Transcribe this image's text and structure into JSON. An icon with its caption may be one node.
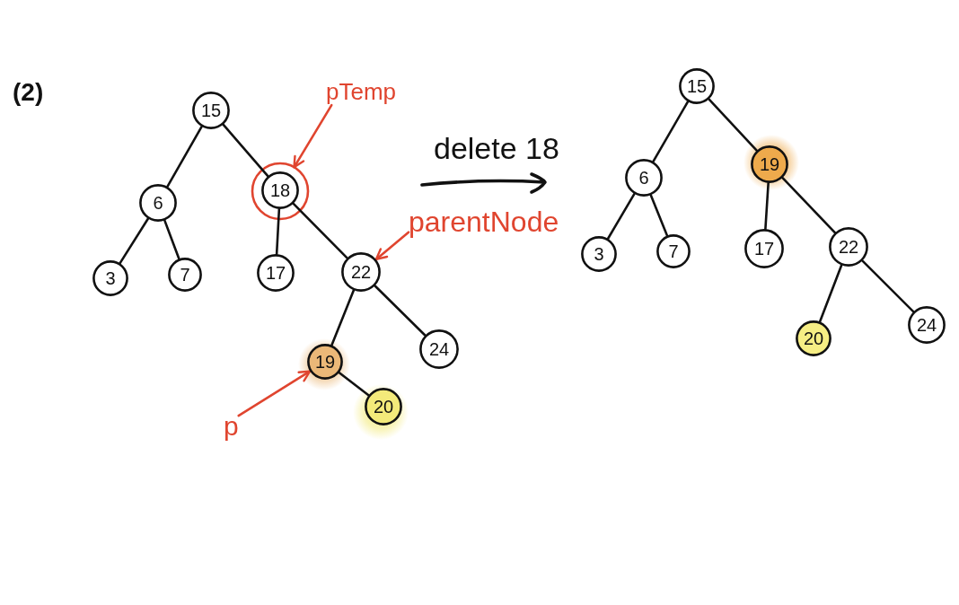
{
  "diagram": {
    "nodes": [
      {
        "text": [
          "15"
        ]
      },
      {
        "text": [
          "6"
        ]
      },
      {
        "text": [
          "18"
        ]
      },
      {
        "text": [
          "3"
        ]
      },
      {
        "text": [
          "7"
        ]
      },
      {
        "text": [
          "17"
        ]
      },
      {
        "text": [
          "22"
        ]
      },
      {
        "text": [
          "19"
        ]
      },
      {
        "text": [
          "24"
        ]
      },
      {
        "text": [
          "20"
        ]
      },
      {
        "text": [
          "pTemp"
        ]
      },
      {
        "text": [
          "parentNode"
        ]
      },
      {
        "text": [
          "p"
        ]
      },
      {
        "text": [
          "15"
        ]
      },
      {
        "text": [
          "6"
        ]
      },
      {
        "text": [
          "19"
        ]
      },
      {
        "text": [
          "3"
        ]
      },
      {
        "text": [
          "7"
        ]
      },
      {
        "text": [
          "17"
        ]
      },
      {
        "text": [
          "22"
        ]
      },
      {
        "text": [
          "20"
        ]
      },
      {
        "text": [
          "24"
        ]
      }
    ],
    "edges": [
      {
        "from": 0,
        "to": 1,
        "arrow": "none"
      },
      {
        "from": 0,
        "to": 2,
        "arrow": "none"
      },
      {
        "from": 1,
        "to": 3,
        "arrow": "none"
      },
      {
        "from": 1,
        "to": 4,
        "arrow": "none"
      },
      {
        "from": 2,
        "to": 5,
        "arrow": "none"
      },
      {
        "from": 2,
        "to": 6,
        "arrow": "none"
      },
      {
        "from": 6,
        "to": 7,
        "arrow": "none"
      },
      {
        "from": 6,
        "to": 8,
        "arrow": "none"
      },
      {
        "from": 7,
        "to": 9,
        "arrow": "none"
      },
      {
        "from": 10,
        "to": 2,
        "arrow": "to",
        "color": "#e0452f"
      },
      {
        "from": 11,
        "to": 6,
        "arrow": "to",
        "color": "#e0452f"
      },
      {
        "from": 12,
        "to": 7,
        "arrow": "to",
        "color": "#e0452f"
      },
      {
        "from": 13,
        "to": 14,
        "arrow": "none"
      },
      {
        "from": 13,
        "to": 15,
        "arrow": "none"
      },
      {
        "from": 14,
        "to": 16,
        "arrow": "none"
      },
      {
        "from": 14,
        "to": 17,
        "arrow": "none"
      },
      {
        "from": 15,
        "to": 18,
        "arrow": "none"
      },
      {
        "from": 15,
        "to": 19,
        "arrow": "none"
      },
      {
        "from": 19,
        "to": 20,
        "arrow": "none"
      },
      {
        "from": 19,
        "to": 21,
        "arrow": "none"
      }
    ],
    "labels": [
      "(2)",
      "delete 18"
    ]
  }
}
